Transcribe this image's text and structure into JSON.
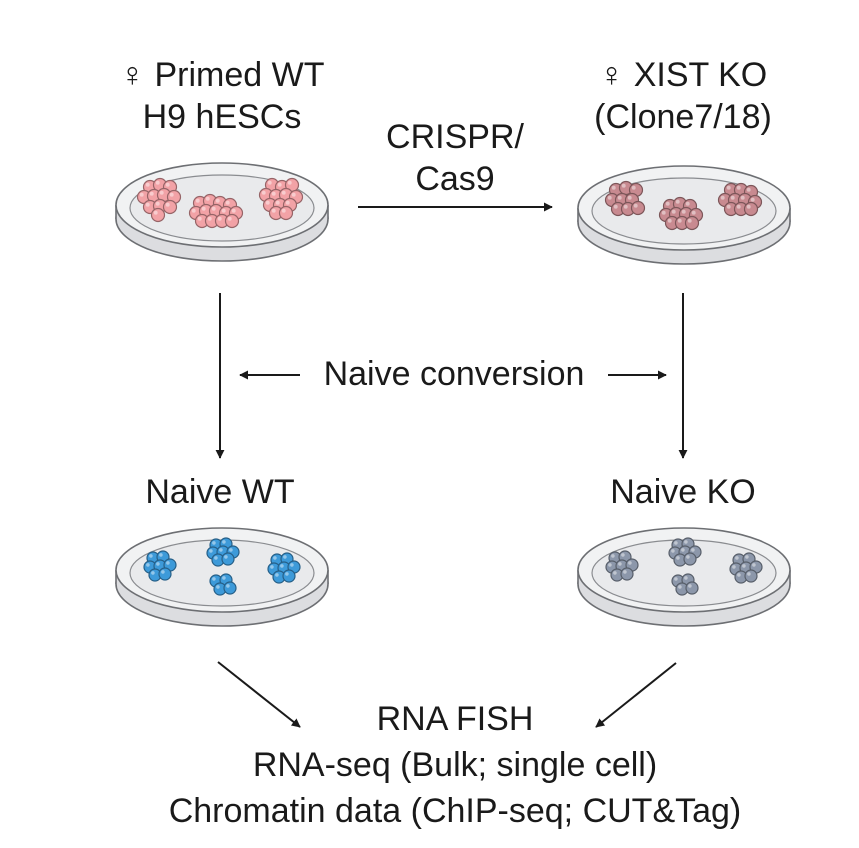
{
  "labels": {
    "primed_wt_line1": "♀ Primed WT",
    "primed_wt_line2": "H9 hESCs",
    "xist_ko_line1": "♀ XIST KO",
    "xist_ko_line2": "(Clone7/18)",
    "crispr_line1": "CRISPR/",
    "crispr_line2": "Cas9",
    "naive_conversion": "Naive conversion",
    "naive_wt": "Naive WT",
    "naive_ko": "Naive KO",
    "output_line1": "RNA FISH",
    "output_line2": "RNA-seq (Bulk; single cell)",
    "output_line3": "Chromatin data (ChIP-seq; CUT&Tag)"
  },
  "colors": {
    "primed_wt_cells": "#f2a2a6",
    "xist_ko_cells": "#c88a90",
    "naive_wt_cells": "#3d9ad9",
    "naive_ko_cells": "#8c97aa",
    "dish_fill": "#e9eaec",
    "dish_stroke": "#6d6f73",
    "arrow": "#1a1a1a"
  }
}
